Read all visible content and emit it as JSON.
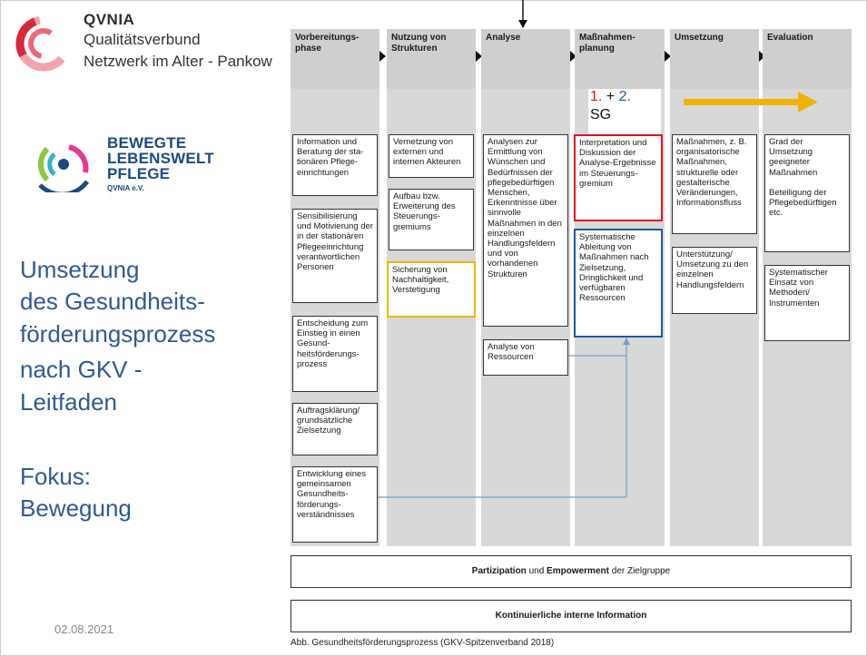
{
  "header": {
    "org_name": "QVNIA",
    "org_sub1": "Qualitätsverbund",
    "org_sub2": "Netzwerk im Alter - Pankow"
  },
  "logo2": {
    "line1": "BEWEGTE",
    "line2": "LEBENSWELT",
    "line3": "PFLEGE",
    "sub": "QVNIA e.V."
  },
  "title_lines": [
    "Umsetzung",
    "des Gesundheits-",
    "förderungsprozess",
    "nach GKV -",
    "Leitfaden"
  ],
  "focus_lines": [
    "Fokus:",
    "Bewegung"
  ],
  "date": "02.08.2021",
  "colors": {
    "red": "#e0141e",
    "blue": "#1f5a9e",
    "yellow": "#f0b400",
    "title": "#2e5b91"
  },
  "diagram": {
    "columns": [
      "Vorbereitungs-\nphase",
      "Nutzung von\nStrukturen",
      "Analyse",
      "Maßnahmen-\nplanung",
      "Umsetzung",
      "Evaluation"
    ],
    "annotation": {
      "num1": "1.",
      "plus": " + ",
      "num2": "2.",
      "sg": "SG"
    },
    "col1": [
      "Information und Beratung der sta-tionären Pflege-einrichtungen",
      "Sensibilisierung und Motivierung der in der stationären Pflegeeinrichtung verantwortlichen Personen",
      "Entscheidung zum Einstieg in einen Gesund-heitsförderungs-prozess",
      "Auftragsklärung/ grundsätzliche Zielsetzung",
      "Entwicklung eines gemeinsamen Gesundheits-förderungs-verständnisses"
    ],
    "col2": [
      "Vernetzung von externen und internen Akteuren",
      "Aufbau bzw. Erweiterung des Steuerungs-gremiums",
      "Sicherung von Nachhaltigkeit, Verstetigung"
    ],
    "col3": [
      "Analysen zur Ermittlung von Wünschen und Bedürfnissen der pflegebedürftigen Menschen, Erkenntnisse über sinnvolle Maßnahmen in den einzelnen Handlungsfeldern und von vorhandenen Strukturen",
      "Analyse von Ressourcen"
    ],
    "col4": [
      "Interpretation und Diskussion der Analyse-Ergebnisse im Steuerungs-gremium",
      "Systematische Ableitung von Maßnahmen nach Zielsetzung, Dringlichkeit und verfügbaren Ressourcen"
    ],
    "col5": [
      "Maßnahmen, z. B. organisatorische Maßnahmen, strukturelle oder gestalterische Veränderungen, Informationsfluss",
      "Unterstützung/ Umsetzung zu den einzelnen Handlungsfeldern"
    ],
    "col6": [
      "Grad der Umsetzung geeigneter Maßnahmen\n\nBeteiligung der Pflegebedürftigen etc.",
      "Systematischer Einsatz von Methoden/ Instrumenten"
    ],
    "participation": {
      "a": "Partizipation",
      "b": " und ",
      "c": "Empowerment",
      "d": " der Zielgruppe"
    },
    "info_bar": "Kontinuierliche interne Information",
    "caption": "Abb. Gesundheitsförderungsprozess (GKV-Spitzenverband 2018)"
  }
}
